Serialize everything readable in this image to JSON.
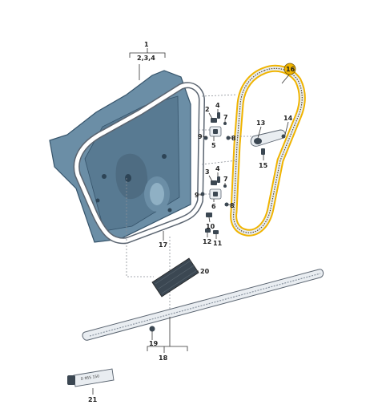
{
  "colors": {
    "door_fill": "#6b8ea6",
    "door_edge": "#35536a",
    "seal_fill": "#e9edf1",
    "seal_edge": "#5a6470",
    "highlight": "#f0b400",
    "dark_part": "#3b4752"
  },
  "labels": {
    "l1": "1",
    "l1b": "2,3,4",
    "l2": "2",
    "l4a": "4",
    "l7a": "7",
    "l9a": "9",
    "l5": "5",
    "l8a": "8",
    "l3": "3",
    "l4b": "4",
    "l7b": "7",
    "l9b": "9",
    "l6": "6",
    "l8b": "8",
    "l10": "10",
    "l12": "12",
    "l11": "11",
    "l13": "13",
    "l14": "14",
    "l15": "15",
    "l16": "16",
    "l17": "17",
    "l18": "18",
    "l19": "19",
    "l20": "20",
    "l21": "21",
    "tube_text": "D 955 150"
  }
}
